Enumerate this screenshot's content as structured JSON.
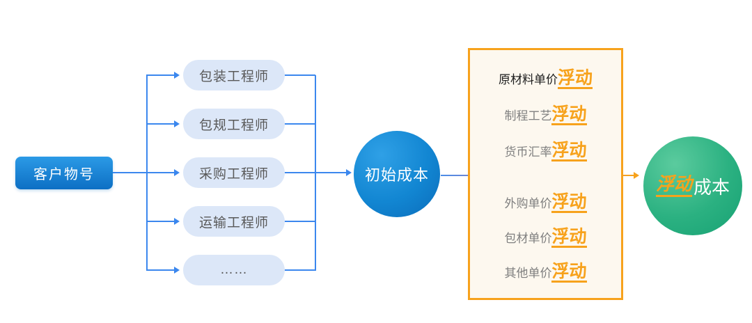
{
  "diagram": {
    "source": {
      "label": "客户物号"
    },
    "engineers": [
      {
        "label": "包装工程师"
      },
      {
        "label": "包规工程师"
      },
      {
        "label": "采购工程师"
      },
      {
        "label": "运输工程师"
      },
      {
        "label": "……"
      }
    ],
    "initial_cost": {
      "label": "初始成本"
    },
    "factors": [
      {
        "prefix": "原材料单价",
        "highlight": "浮动"
      },
      {
        "prefix": "制程工艺",
        "highlight": "浮动"
      },
      {
        "prefix": "货币汇率",
        "highlight": "浮动"
      },
      {
        "prefix": "外购单价",
        "highlight": "浮动"
      },
      {
        "prefix": "包材单价",
        "highlight": "浮动"
      },
      {
        "prefix": "其他单价",
        "highlight": "浮动"
      }
    ],
    "result": {
      "highlight": "浮动",
      "suffix": "成本"
    },
    "colors": {
      "line_blue": "#3b87ee",
      "node_blue_light": "#2fa0e6",
      "node_blue_dark": "#0b6cba",
      "pill_bg": "#dce7f8",
      "pill_text": "#595959",
      "accent_orange": "#f7a21c",
      "panel_bg": "#fdf8ef",
      "factor_prefix_dark": "#1c1c1c",
      "factor_prefix_gray": "#7f7f7f",
      "node_green_light": "#5bcb9e",
      "node_green_dark": "#17a173"
    }
  }
}
